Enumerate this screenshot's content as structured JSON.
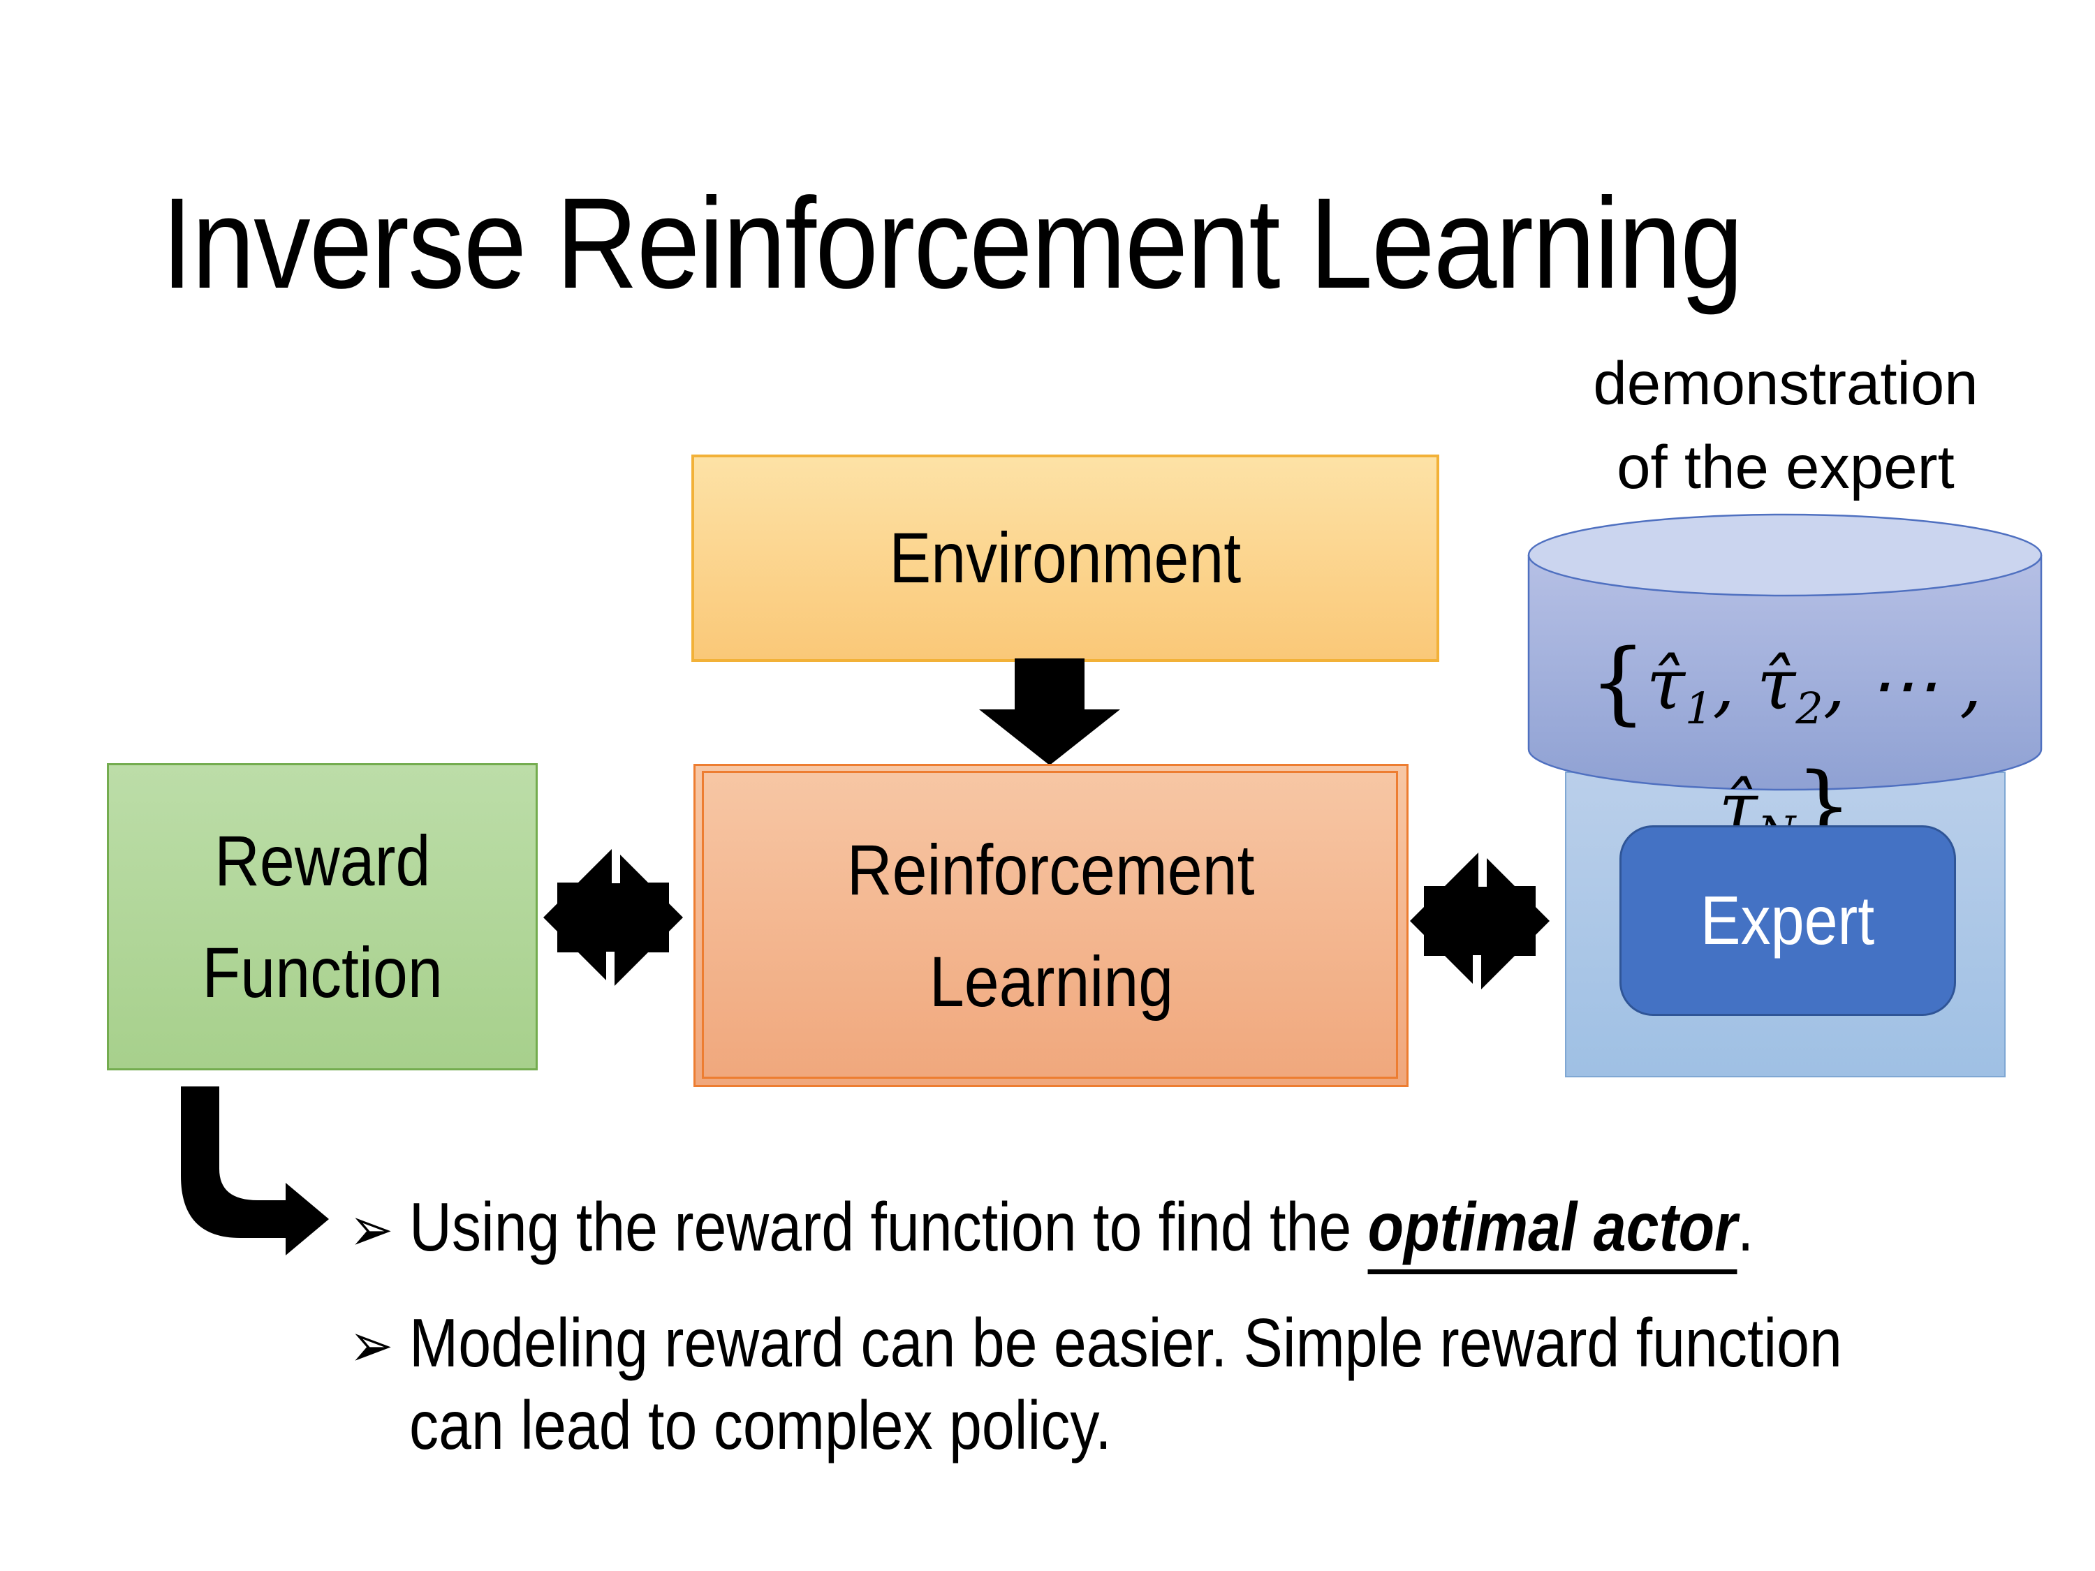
{
  "slide": {
    "title": "Inverse Reinforcement Learning"
  },
  "annotation": {
    "line1": "demonstration",
    "line2": "of the expert"
  },
  "diagram": {
    "environment_label": "Environment",
    "reward_label_line1": "Reward",
    "reward_label_line2": "Function",
    "rl_label_line1": "Reinforcement",
    "rl_label_line2": "Learning",
    "expert_label": "Expert",
    "formula": {
      "brace_open": "{",
      "tau1": "τ̂",
      "sub1": "1",
      "sep1": ", ",
      "tau2": "τ̂",
      "sub2": "2",
      "sep2": ", ⋯ , ",
      "tau3": "τ̂",
      "sub3": "N",
      "brace_close": "}"
    },
    "icons": {
      "down_arrow": "down-arrow",
      "exchange_arrow_left": "double-exchange-arrow",
      "exchange_arrow_right": "double-exchange-arrow",
      "bent_arrow": "elbow-right-arrow"
    }
  },
  "bullets": {
    "marker": "➢",
    "item1_pre": "Using the reward function to find the ",
    "item1_emphasis": "optimal actor",
    "item1_post": ".",
    "item2": "Modeling reward can be easier. Simple reward function can lead to complex policy."
  },
  "colors": {
    "environment_fill_top": "#FDE2A6",
    "environment_fill_bottom": "#FAC878",
    "environment_border": "#F2B138",
    "reward_fill_top": "#BCDDA8",
    "reward_fill_bottom": "#A7D08C",
    "reward_border": "#74AC4F",
    "rl_fill_top": "#F7C7A5",
    "rl_fill_bottom": "#F0A77C",
    "rl_border": "#ED7D31",
    "expert_fill": "#4472C4",
    "expert_border": "#2F5597",
    "expert_text": "#FFFFFF",
    "container_fill_top": "#BACFEA",
    "container_fill_bottom": "#9FC0E4",
    "container_border": "#7FA7D3",
    "cylinder_fill_top": "#B6C0E5",
    "cylinder_fill_bottom": "#8FA1D3",
    "cylinder_top_fill": "#CBD5EF",
    "cylinder_border": "#4F70C0",
    "arrow_black": "#000000",
    "text": "#000000"
  }
}
